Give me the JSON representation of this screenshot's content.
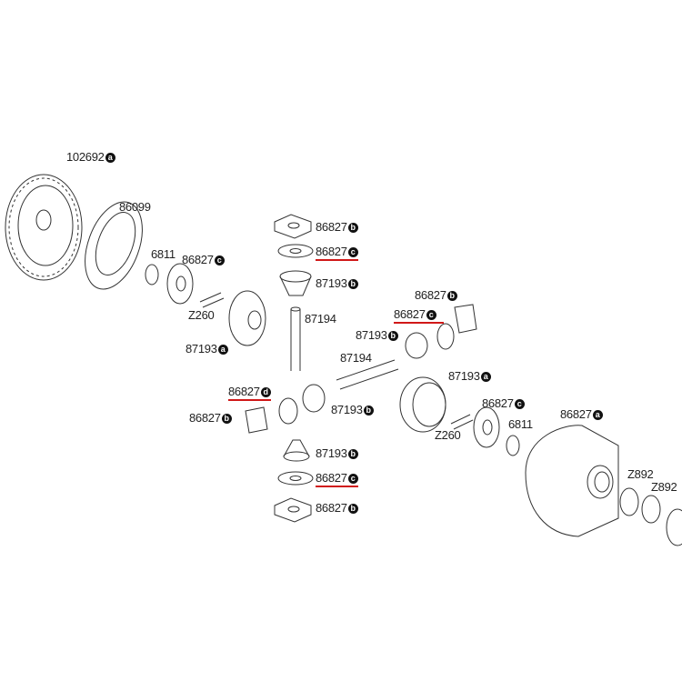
{
  "colors": {
    "line": "#333333",
    "underline": "#d01818",
    "badge": "#111111"
  },
  "labels": [
    {
      "part": "102692",
      "variant": "a"
    },
    {
      "part": "86099",
      "variant": ""
    },
    {
      "part": "6811",
      "variant": ""
    },
    {
      "part": "86827",
      "variant": "c"
    },
    {
      "part": "Z260",
      "variant": ""
    },
    {
      "part": "87193",
      "variant": "a"
    },
    {
      "part": "86827",
      "variant": "b"
    },
    {
      "part": "86827",
      "variant": "c",
      "underlined": true
    },
    {
      "part": "87193",
      "variant": "b"
    },
    {
      "part": "87194",
      "variant": ""
    },
    {
      "part": "86827",
      "variant": "b"
    },
    {
      "part": "86827",
      "variant": "c",
      "underlined": true
    },
    {
      "part": "87193",
      "variant": "b"
    },
    {
      "part": "87194",
      "variant": ""
    },
    {
      "part": "87193",
      "variant": "a"
    },
    {
      "part": "86827",
      "variant": "d",
      "underlined": true
    },
    {
      "part": "87193",
      "variant": "b"
    },
    {
      "part": "86827",
      "variant": "b"
    },
    {
      "part": "86827",
      "variant": "c"
    },
    {
      "part": "6811",
      "variant": ""
    },
    {
      "part": "Z260",
      "variant": ""
    },
    {
      "part": "86827",
      "variant": "a"
    },
    {
      "part": "87193",
      "variant": "b"
    },
    {
      "part": "86827",
      "variant": "c",
      "underlined": true
    },
    {
      "part": "86827",
      "variant": "b"
    },
    {
      "part": "Z892",
      "variant": ""
    },
    {
      "part": "Z892",
      "variant": ""
    }
  ]
}
